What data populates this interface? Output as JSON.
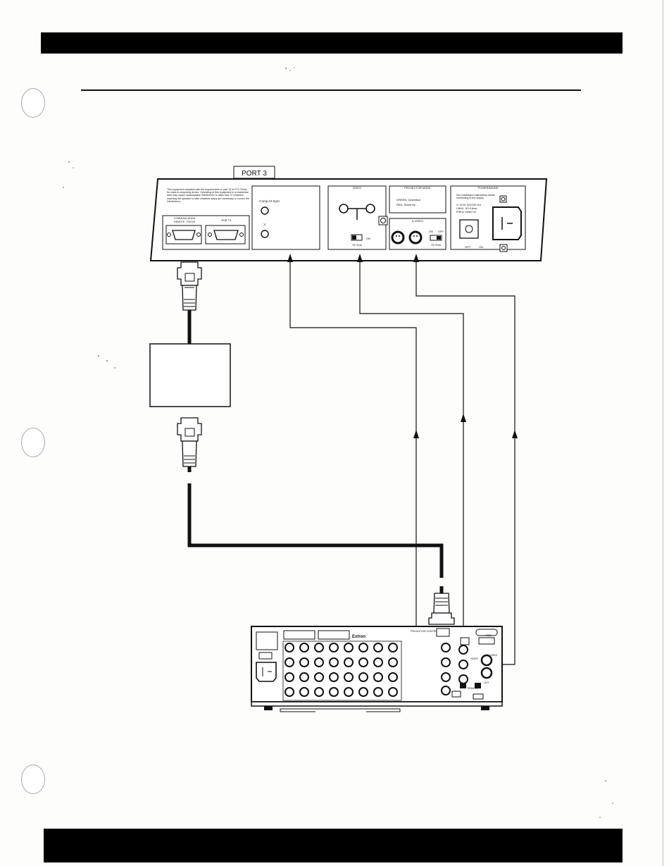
{
  "page": {
    "label_port3": "PORT 3"
  },
  "projector": {
    "notice_text": "This equipment complies with the requirements in part 15 of FCC Rules for class A computing device. Operating of this equipment in a residential area may cause unacceptable interference to radio and TV reception requiring the operator to take whatever steps are necessary to correct the interference.",
    "comm_port_label": "COMMUNICATION",
    "remote_label": "REMOTE - RGY25",
    "rgb_port_label": "RGB TTL",
    "comp_sync_label": "Comp./H-Sync",
    "v_label": "V",
    "video_header": "VIDEO",
    "video_75_label": "75 Ohm",
    "video_on_label": "ON",
    "projector_mode_header": "PROJECTOR MODE",
    "mode_green": "GREEN: Operation",
    "mode_red": "RED: Stand By",
    "svideo_header": "S-VIDEO",
    "svideo_on": "ON",
    "svideo_off": "OFF",
    "svideo_75": "75 Ohm",
    "power_header": "POWER/MAINS",
    "power_note": "See Installation Instructions before connecting to the supply",
    "power_v": "V: HCM 120/230 Vrd",
    "power_i": "I,MAX: 3/2.5 Amp",
    "power_f": "FREQ: 50/60 Hz",
    "power_off": "OFF",
    "power_on": "ON"
  },
  "switcher": {
    "brand": "Extron",
    "projector_control": "PROJECTOR CONTROL",
    "video_label": "VIDEO",
    "remote_label": "REMOTE",
    "rgb_label": "RGB",
    "svideo_label": "S-VIDEO",
    "out_label": "OUT"
  },
  "colors": {
    "line": "#111111",
    "paper": "#fdfdfb"
  }
}
